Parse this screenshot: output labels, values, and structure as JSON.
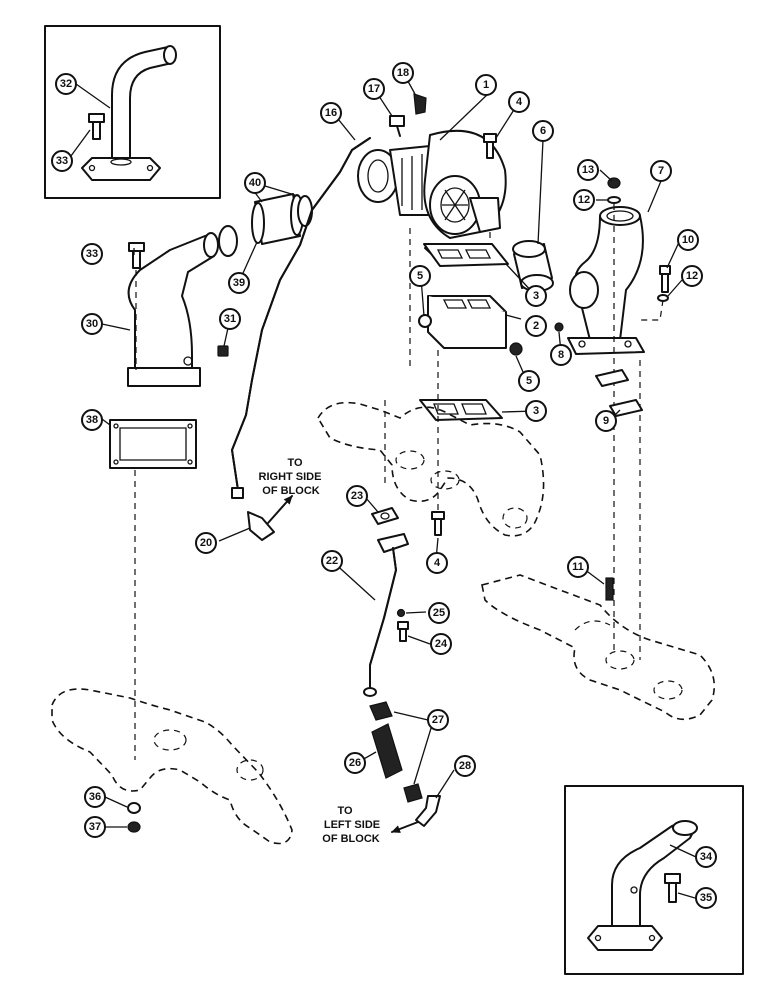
{
  "callouts": [
    "1",
    "2",
    "3",
    "3",
    "4",
    "4",
    "5",
    "5",
    "6",
    "7",
    "8",
    "9",
    "10",
    "11",
    "12",
    "12",
    "13",
    "16",
    "17",
    "18",
    "20",
    "22",
    "23",
    "24",
    "25",
    "26",
    "27",
    "27",
    "28",
    "30",
    "31",
    "32",
    "33",
    "33",
    "34",
    "35",
    "36",
    "37",
    "38",
    "39",
    "40"
  ],
  "notes": {
    "right_side": [
      "TO",
      "RIGHT SIDE",
      "OF BLOCK"
    ],
    "left_side": [
      "TO",
      "LEFT SIDE",
      "OF BLOCK"
    ]
  }
}
